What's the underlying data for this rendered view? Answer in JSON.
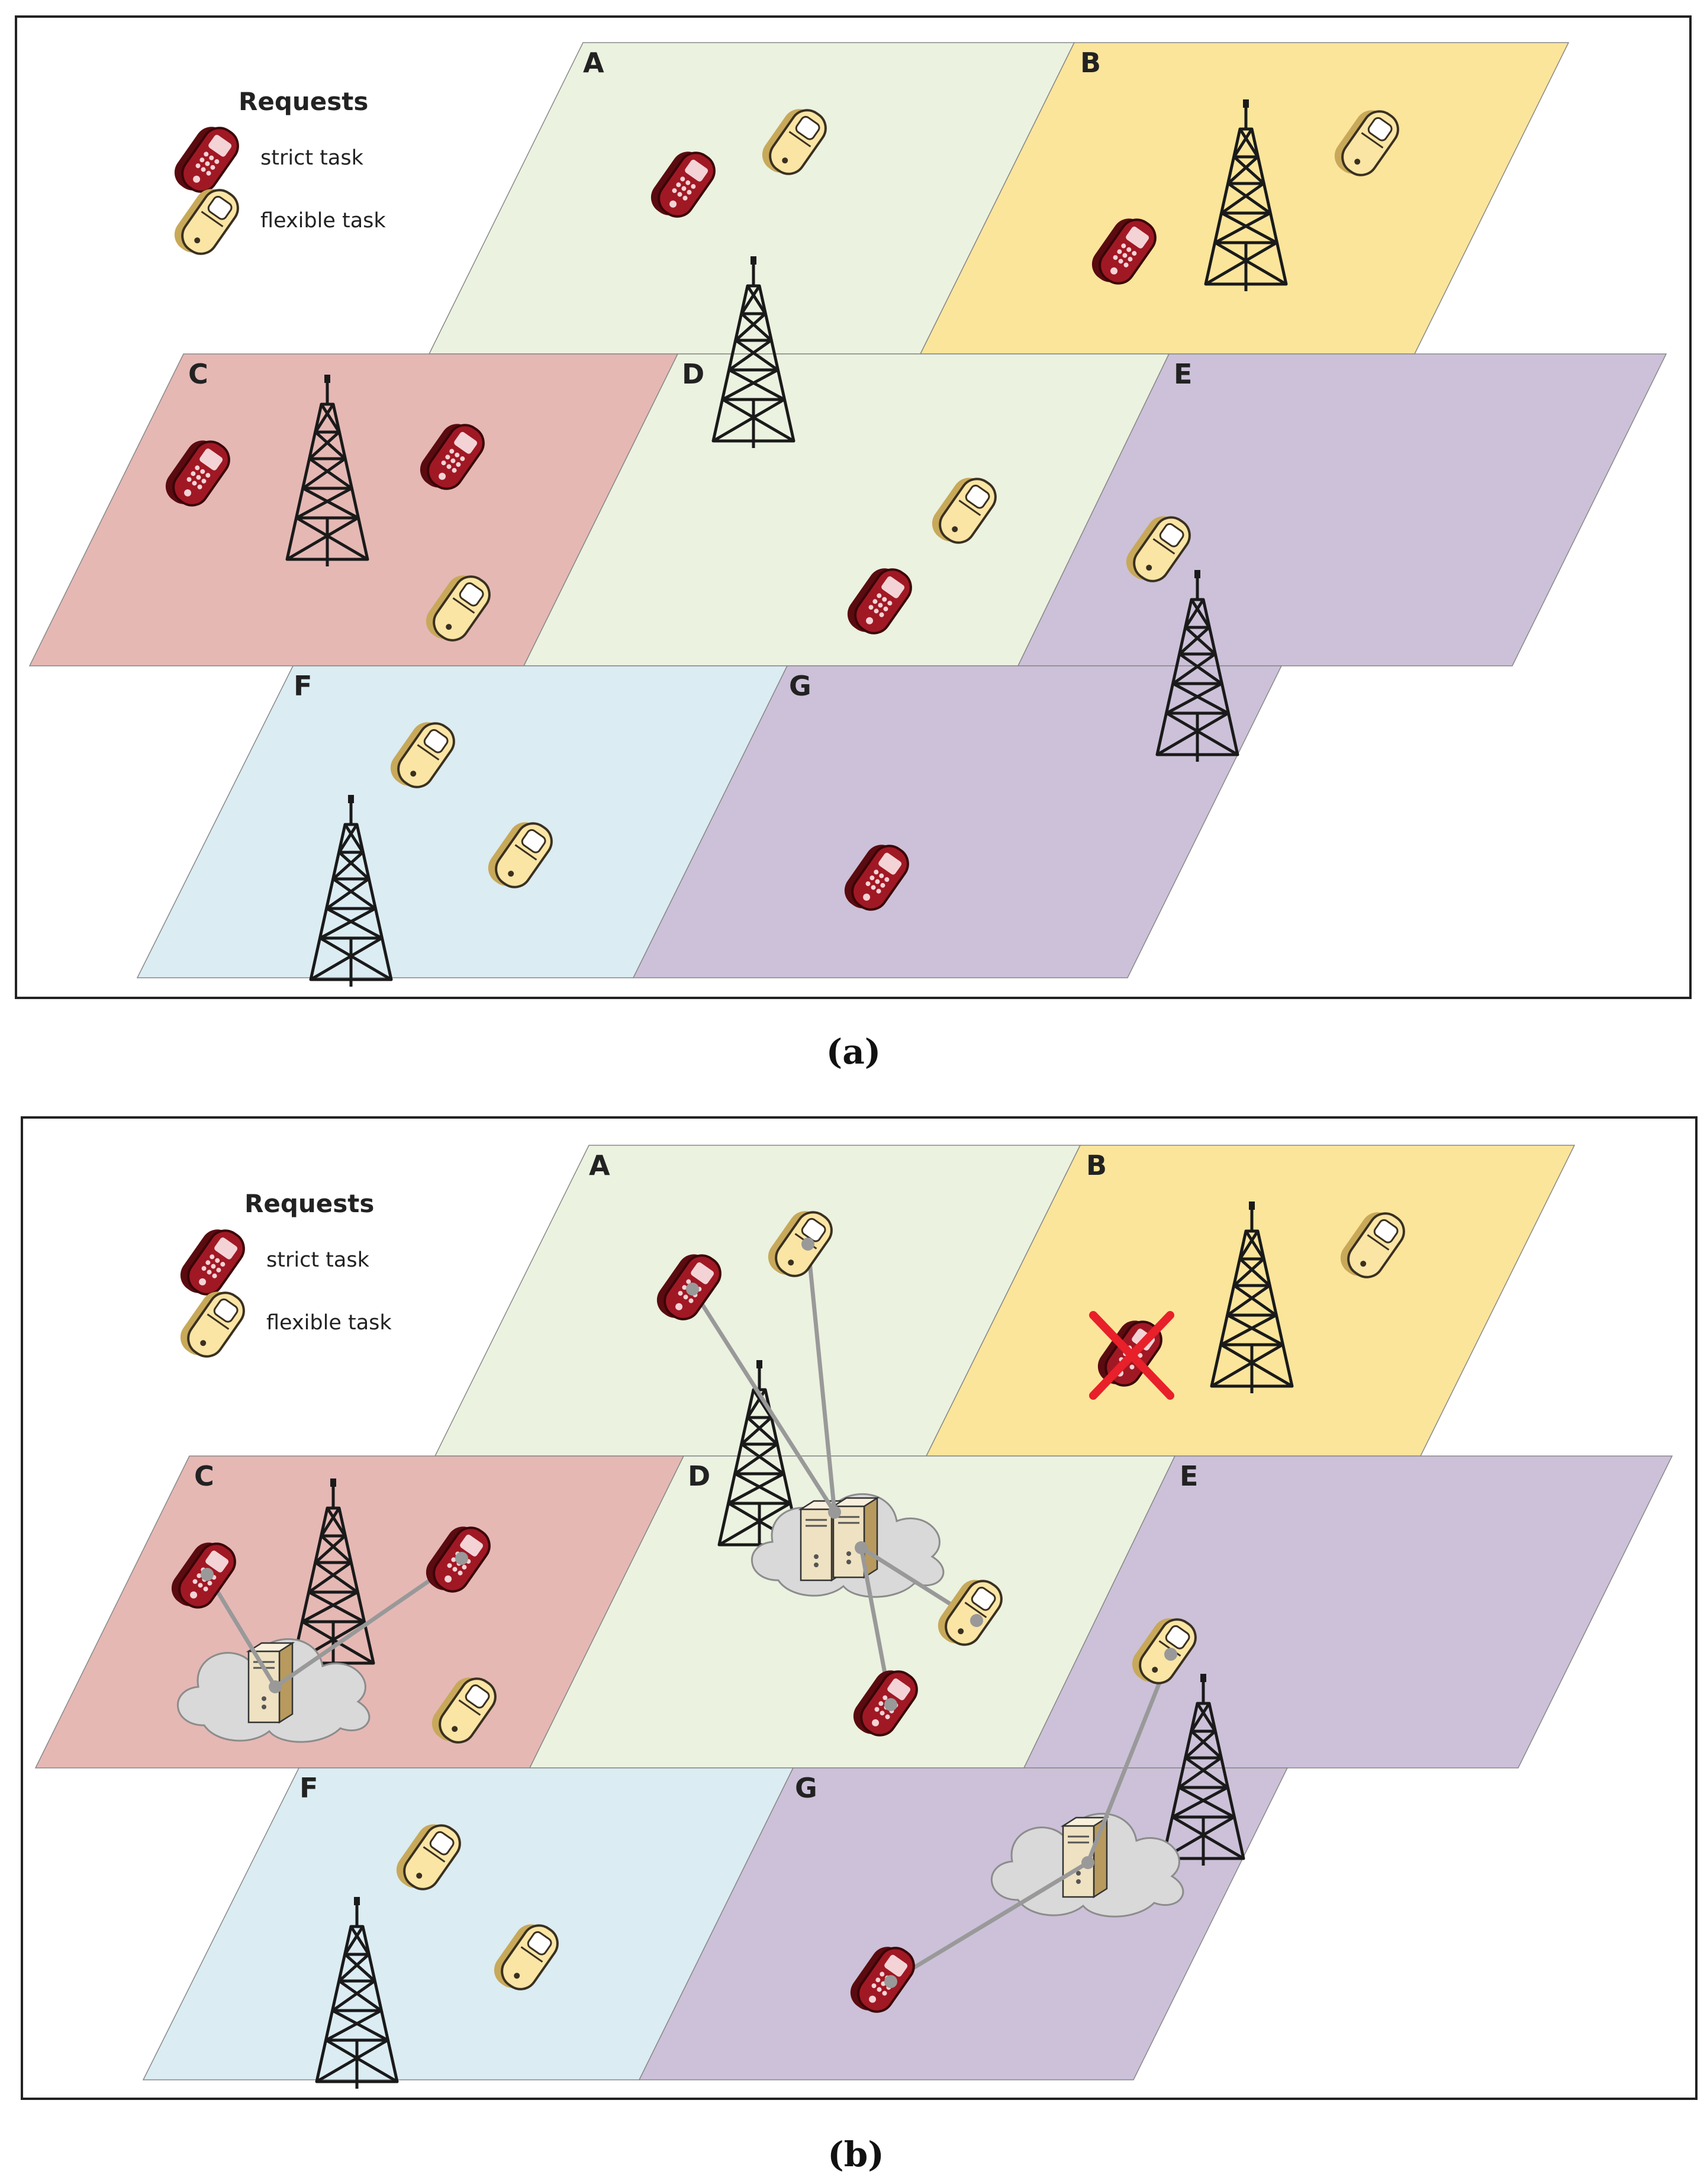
{
  "legend": {
    "title": "Requests",
    "strict_label": "strict task",
    "flexible_label": "flexible task"
  },
  "zones": [
    {
      "id": "A",
      "label": "A",
      "color": "#ebf2e0"
    },
    {
      "id": "B",
      "label": "B",
      "color": "#fbe59b"
    },
    {
      "id": "C",
      "label": "C",
      "color": "#e5b8b4"
    },
    {
      "id": "D",
      "label": "D",
      "color": "#ebf2e0"
    },
    {
      "id": "E",
      "label": "E",
      "color": "#ccc1d9"
    },
    {
      "id": "F",
      "label": "F",
      "color": "#dbecf2"
    },
    {
      "id": "G",
      "label": "G",
      "color": "#ccc1d9"
    }
  ],
  "colors": {
    "strict_task": "#a01824",
    "flexible_task": "#fae5a5",
    "tower": "#1a1a1a",
    "link": "#999999",
    "rejected_mark": "#e8202a",
    "cloud": "#d9d9d9"
  },
  "panels": [
    {
      "id": "a",
      "caption": "(a)"
    },
    {
      "id": "b",
      "caption": "(b)"
    }
  ]
}
